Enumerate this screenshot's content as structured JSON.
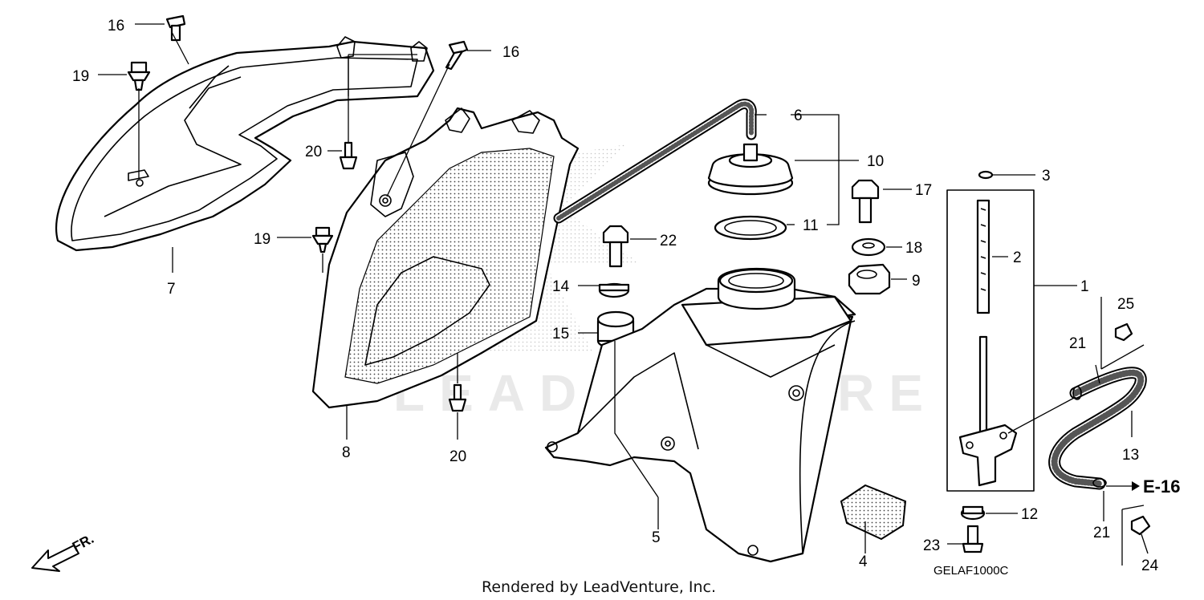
{
  "diagram": {
    "drawing_code": "GELAF1000C",
    "credit": "Rendered by LeadVenture, Inc.",
    "watermark_text": "LEADVENTURE",
    "direction_label": "FR.",
    "reference_label": "E-16",
    "callouts": {
      "c16a": "16",
      "c16b": "16",
      "c19a": "19",
      "c19b": "19",
      "c20a": "20",
      "c20b": "20",
      "c7": "7",
      "c8": "8",
      "c6": "6",
      "c10": "10",
      "c11": "11",
      "c22": "22",
      "c14": "14",
      "c15": "15",
      "c17": "17",
      "c18": "18",
      "c9": "9",
      "c3": "3",
      "c2": "2",
      "c1": "1",
      "c5": "5",
      "c4": "4",
      "c25": "25",
      "c21a": "21",
      "c21b": "21",
      "c13": "13",
      "c12": "12",
      "c23": "23",
      "c24": "24"
    }
  }
}
